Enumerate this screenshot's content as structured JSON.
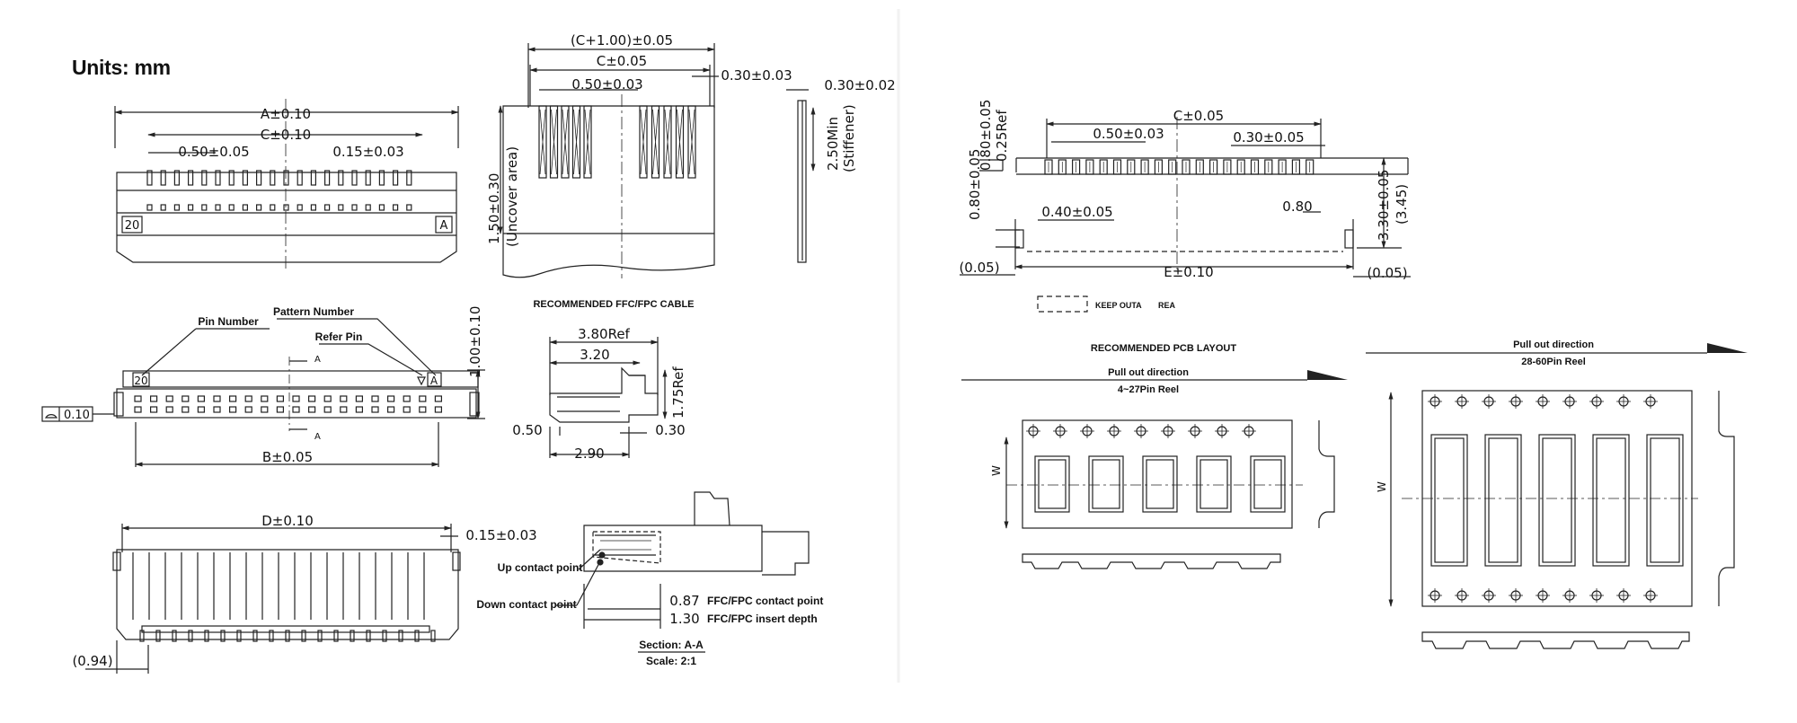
{
  "title": "Units: mm",
  "front_view": {
    "a_dim": "A±0.10",
    "c_dim": "C±0.10",
    "pitch": "0.50±0.05",
    "pin_width": "0.15±0.03",
    "pin_last": "20",
    "pin_first": "A"
  },
  "cable": {
    "overall": "(C+1.00)±0.05",
    "c_dim": "C±0.05",
    "pitch": "0.50±0.03",
    "conductor": "0.30±0.03",
    "uncover": "1.50±0.30",
    "uncover_note": "(Uncover area)",
    "thickness": "0.30±0.02",
    "stiffener": "2.50Min",
    "stiffener_note": "(Stiffener)",
    "caption": "RECOMMENDED FFC/FPC CABLE"
  },
  "top_view": {
    "pin_number": "Pin Number",
    "pattern_number": "Pattern Number",
    "refer_pin": "Refer Pin",
    "pin_last": "20",
    "pin_first": "A",
    "section": "A",
    "height": "1.00±0.10",
    "b_dim": "B±0.05",
    "flatness": "0.10"
  },
  "side_view": {
    "ref380": "3.80Ref",
    "d320": "3.20",
    "h175": "1.75Ref",
    "d050": "0.50",
    "d030": "0.30",
    "d290": "2.90"
  },
  "bottom_view": {
    "d_dim": "D±0.10",
    "lead": "0.15±0.03",
    "offset": "(0.94)"
  },
  "section_view": {
    "up": "Up contact point",
    "down": "Down contact point",
    "v087": "0.87",
    "v087_label": "FFC/FPC contact point",
    "v130": "1.30",
    "v130_label": "FFC/FPC insert depth",
    "section": "Section: A-A",
    "scale": "Scale: 2:1"
  },
  "pcb": {
    "v080a": "0.80±0.05",
    "ref025": "0.25Ref",
    "c_dim": "C±0.05",
    "pitch": "0.50±0.03",
    "pad": "0.30±0.05",
    "v080b": "0.80±0.05",
    "v040": "0.40±0.05",
    "v080c": "0.80",
    "v330": "3.30±0.05",
    "ref345": "(3.45)",
    "e_dim": "E±0.10",
    "v005l": "(0.05)",
    "v005r": "(0.05)",
    "keepout": "KEEP OUTA",
    "keepout2": "REA",
    "caption": "RECOMMENDED PCB LAYOUT"
  },
  "reel_small": {
    "direction": "Pull out direction",
    "range": "4~27Pin Reel",
    "w": "W"
  },
  "reel_large": {
    "direction": "Pull out direction",
    "range": "28-60Pin Reel",
    "w": "W"
  }
}
